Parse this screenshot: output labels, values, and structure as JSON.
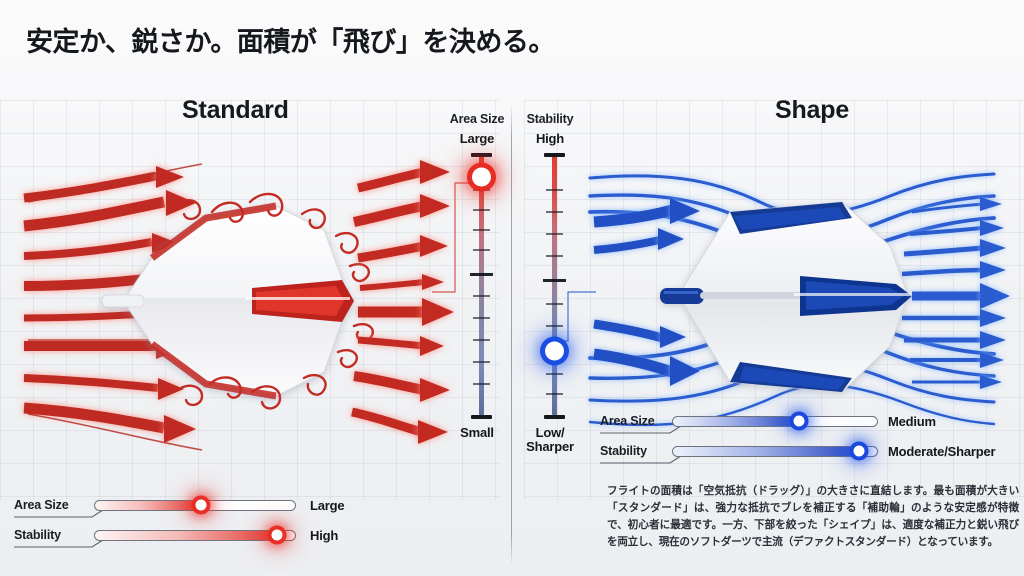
{
  "title": "安定か、鋭さか。面積が「飛び」を決める。",
  "panels": {
    "left": {
      "heading": "Standard",
      "accent": "#e2342c",
      "sliders": [
        {
          "label": "Area Size",
          "value": "Large",
          "percent": 53
        },
        {
          "label": "Stability",
          "value": "High",
          "percent": 91
        }
      ]
    },
    "right": {
      "heading": "Shape",
      "accent": "#1c4ad6",
      "sliders": [
        {
          "label": "Area Size",
          "value": "Medium",
          "percent": 62
        },
        {
          "label": "Stability",
          "value": "Moderate/Sharper",
          "percent": 91
        }
      ]
    }
  },
  "gauges": [
    {
      "name": "Area Size",
      "top_label": "Large",
      "bottom_label": "Small",
      "marker_percent": 8,
      "marker_color": "#e7221a"
    },
    {
      "name": "Stability",
      "top_label": "High",
      "bottom_label": "Low/\nSharper",
      "bottom_label_line1": "Low/",
      "bottom_label_line2": "Sharper",
      "marker_percent": 76,
      "marker_color": "#184ce2"
    }
  ],
  "body_copy": "フライトの面積は「空気抵抗（ドラッグ）」の大きさに直結します。最も面積が大きい「スタンダード」は、強力な抵抗でブレを補正する「補助輪」のような安定感が特徴で、初心者に最適です。一方、下部を絞った「シェイプ」は、適度な補正力と鋭い飛びを両立し、現在のソフトダーツで主流（デファクトスタンダード）となっています。",
  "chart_data": {
    "type": "bar",
    "title": "安定か、鋭さか。面積が「飛び」を決める。",
    "categories": [
      "Standard",
      "Shape"
    ],
    "series": [
      {
        "name": "Area Size",
        "values": [
          53,
          62
        ],
        "labels": [
          "Large",
          "Medium"
        ],
        "unit": "%"
      },
      {
        "name": "Stability",
        "values": [
          91,
          91
        ],
        "labels": [
          "High",
          "Moderate/Sharper"
        ],
        "unit": "%"
      }
    ],
    "gauge_axes": [
      {
        "name": "Area Size",
        "max_label": "Large",
        "min_label": "Small",
        "standard_marker": 92,
        "shape_marker": null
      },
      {
        "name": "Stability",
        "max_label": "High",
        "min_label": "Low/Sharper",
        "standard_marker": null,
        "shape_marker": 24
      }
    ],
    "xlabel": "",
    "ylabel": "",
    "ylim": [
      0,
      100
    ],
    "grid": true,
    "legend": "none"
  }
}
